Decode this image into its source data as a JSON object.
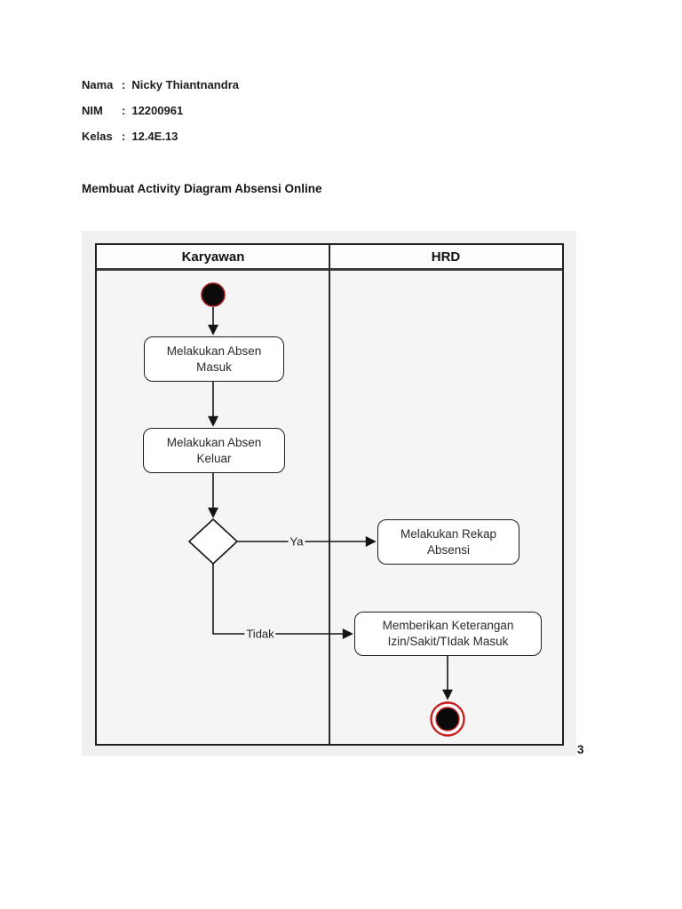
{
  "document": {
    "fields": [
      {
        "label": "Nama",
        "separator": ":",
        "value": "Nicky Thiantnandra"
      },
      {
        "label": "NIM",
        "separator": ":",
        "value": "12200961"
      },
      {
        "label": "Kelas",
        "separator": ":",
        "value": "12.4E.13"
      }
    ],
    "title": "Membuat Activity Diagram Absensi Online",
    "page_number": "3"
  },
  "diagram": {
    "type": "uml-activity-swimlane",
    "lanes": [
      {
        "name": "Karyawan"
      },
      {
        "name": "HRD"
      }
    ],
    "nodes": [
      {
        "id": "start",
        "type": "initial",
        "lane": "Karyawan",
        "label": ""
      },
      {
        "id": "absen_masuk",
        "type": "activity",
        "lane": "Karyawan",
        "label": "Melakukan Absen Masuk"
      },
      {
        "id": "absen_keluar",
        "type": "activity",
        "lane": "Karyawan",
        "label": "Melakukan Absen Keluar"
      },
      {
        "id": "decision",
        "type": "decision",
        "lane": "Karyawan",
        "label": ""
      },
      {
        "id": "rekap_absensi",
        "type": "activity",
        "lane": "HRD",
        "label": "Melakukan Rekap Absensi"
      },
      {
        "id": "keterangan",
        "type": "activity",
        "lane": "HRD",
        "label": "Memberikan Keterangan Izin/Sakit/TIdak Masuk"
      },
      {
        "id": "end",
        "type": "final",
        "lane": "HRD",
        "label": ""
      }
    ],
    "edges": [
      {
        "from": "start",
        "to": "absen_masuk",
        "label": ""
      },
      {
        "from": "absen_masuk",
        "to": "absen_keluar",
        "label": ""
      },
      {
        "from": "absen_keluar",
        "to": "decision",
        "label": ""
      },
      {
        "from": "decision",
        "to": "rekap_absensi",
        "label": "Ya"
      },
      {
        "from": "decision",
        "to": "keterangan",
        "label": "Tidak"
      },
      {
        "from": "keterangan",
        "to": "end",
        "label": ""
      }
    ],
    "colors": {
      "container_bg": "#f0f0f1",
      "lane_bg": "#f5f5f6",
      "header_bg": "#fdfdfd",
      "border": "#1f1f1f",
      "line": "#141414",
      "node_fill": "#ffffff",
      "start_fill": "#0c0c0c",
      "start_ring": "#a02020",
      "end_ring": "#c42020"
    }
  }
}
